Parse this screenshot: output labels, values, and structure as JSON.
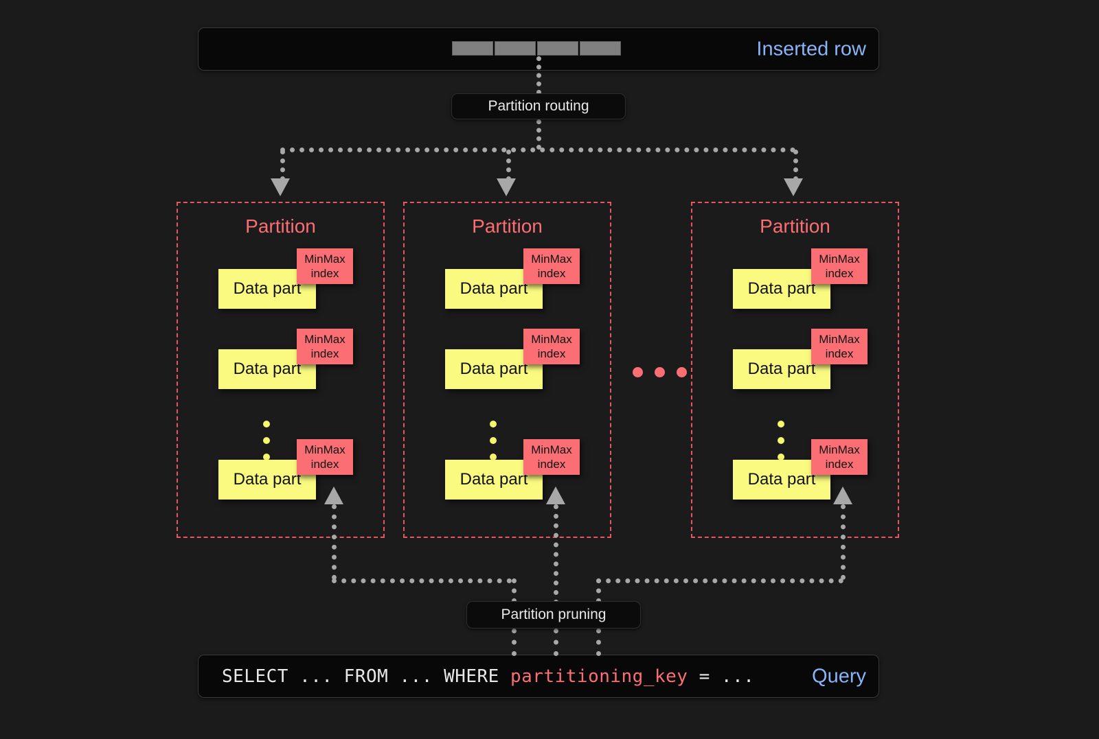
{
  "diagram": {
    "title": "ClickHouse partitioning: insert routing and query pruning",
    "colors": {
      "background": "#1b1b1b",
      "bar_background": "#080808",
      "accent_blue": "#8ab4f8",
      "partition_red": "#fa6e74",
      "data_part_yellow": "#f9fa7f",
      "connector_gray": "#a8a8a8"
    }
  },
  "inserted_row": {
    "label": "Inserted row",
    "cell_count": 4,
    "cells": [
      "",
      "",
      "",
      ""
    ]
  },
  "routing": {
    "label": "Partition routing"
  },
  "pruning": {
    "label": "Partition pruning"
  },
  "partitions": [
    {
      "title": "Partition",
      "parts": [
        {
          "data_part_label": "Data part",
          "index_label": "MinMax\nindex",
          "index_line1": "MinMax",
          "index_line2": "index"
        },
        {
          "data_part_label": "Data part",
          "index_label": "MinMax\nindex",
          "index_line1": "MinMax",
          "index_line2": "index"
        },
        {
          "data_part_label": "Data part",
          "index_label": "MinMax\nindex",
          "index_line1": "MinMax",
          "index_line2": "index"
        }
      ],
      "ellipsis_dots": 3
    },
    {
      "title": "Partition",
      "parts": [
        {
          "data_part_label": "Data part",
          "index_label": "MinMax\nindex",
          "index_line1": "MinMax",
          "index_line2": "index"
        },
        {
          "data_part_label": "Data part",
          "index_label": "MinMax\nindex",
          "index_line1": "MinMax",
          "index_line2": "index"
        },
        {
          "data_part_label": "Data part",
          "index_label": "MinMax\nindex",
          "index_line1": "MinMax",
          "index_line2": "index"
        }
      ],
      "ellipsis_dots": 3
    },
    {
      "title": "Partition",
      "parts": [
        {
          "data_part_label": "Data part",
          "index_label": "MinMax\nindex",
          "index_line1": "MinMax",
          "index_line2": "index"
        },
        {
          "data_part_label": "Data part",
          "index_label": "MinMax\nindex",
          "index_line1": "MinMax",
          "index_line2": "index"
        },
        {
          "data_part_label": "Data part",
          "index_label": "MinMax\nindex",
          "index_line1": "MinMax",
          "index_line2": "index"
        }
      ],
      "ellipsis_dots": 3
    }
  ],
  "between_partitions_ellipsis": {
    "dots": 3
  },
  "query": {
    "label": "Query",
    "text_prefix": "SELECT ... FROM ... WHERE ",
    "text_key": "partitioning_key",
    "text_suffix": " = ..."
  }
}
